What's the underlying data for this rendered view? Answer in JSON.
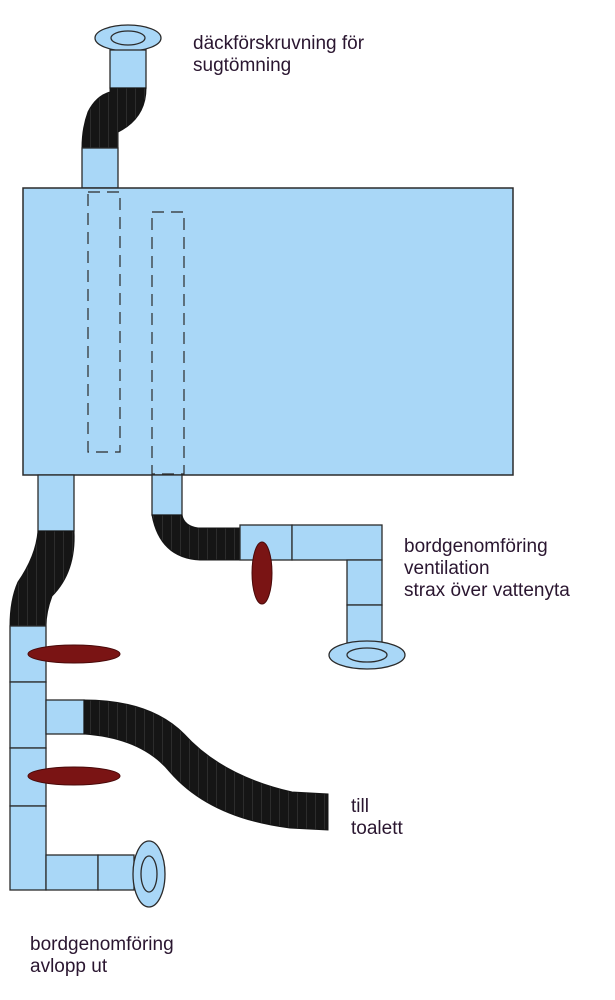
{
  "colors": {
    "tank_fill": "#a9d7f7",
    "pipe_fill": "#a9d7f7",
    "outline": "#2b2b2b",
    "hose": "#151515",
    "hose_ridge": "#3a3a3a",
    "through_hull": "#7a1414",
    "text": "#2a1630"
  },
  "labels": {
    "deck_fitting": [
      "däckförskruvning för",
      "sugtömning"
    ],
    "vent_fitting": [
      "bordgenomföring",
      "ventilation",
      "strax över vattenyta"
    ],
    "toilet": [
      "till",
      "toalett"
    ],
    "outlet_fitting": [
      "bordgenomföring",
      "avlopp ut"
    ]
  }
}
